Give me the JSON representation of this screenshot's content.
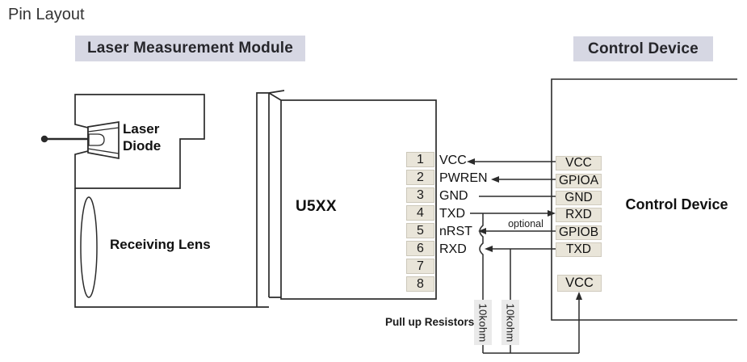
{
  "title": "Pin Layout",
  "headers": {
    "module": "Laser Measurement Module",
    "control": "Control Device"
  },
  "module": {
    "laser_diode": "Laser Diode",
    "receiving_lens": "Receiving Lens",
    "chip": "U5XX"
  },
  "chip_pins": {
    "numbers": [
      "1",
      "2",
      "3",
      "4",
      "5",
      "6",
      "7",
      "8"
    ],
    "signals": [
      "VCC",
      "PWREN",
      "GND",
      "TXD",
      "nRST",
      "RXD"
    ]
  },
  "control": {
    "label": "Control Device",
    "pins": [
      "VCC",
      "GPIOA",
      "GND",
      "RXD",
      "GPIOB",
      "TXD"
    ],
    "vcc": "VCC"
  },
  "resistors": {
    "values": [
      "10kohm",
      "10kohm"
    ]
  },
  "notes": {
    "optional": "optional",
    "pull_up": "Pull up Resistors"
  },
  "colors": {
    "header_bg": "#d6d7e3",
    "pin_box": "#e9e5d9",
    "resistor_box": "#eaeaea",
    "line": "#2b2b2b",
    "text": "#1a1a1a"
  }
}
